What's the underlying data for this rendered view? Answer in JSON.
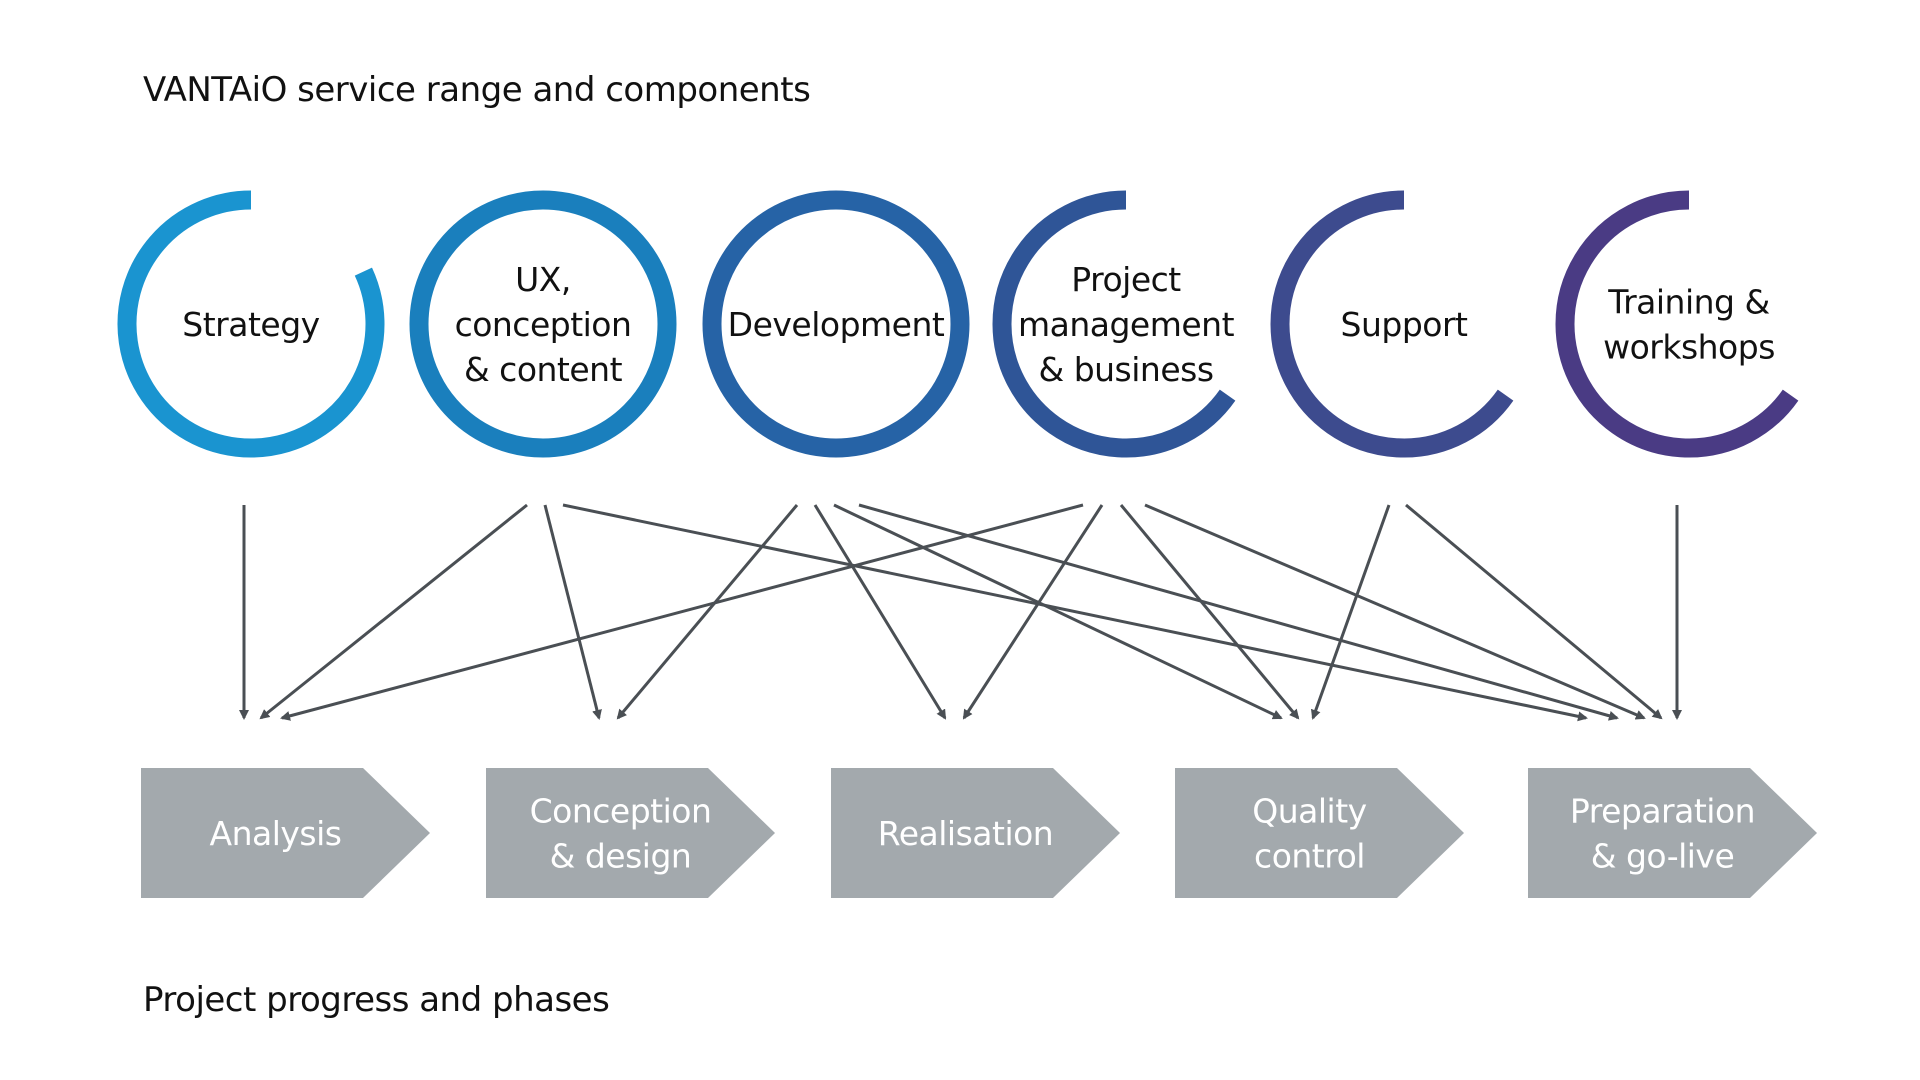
{
  "title_top": "VANTAiO service range and components",
  "title_bottom": "Project progress and phases",
  "colors": {
    "arrow": "#4a4f54",
    "phase_fill": "#a3a9ad",
    "phase_text": "#ffffff",
    "label_text": "#111111"
  },
  "components": [
    {
      "id": "strategy",
      "lines": [
        "Strategy"
      ],
      "color": "#1a94d0",
      "arc": "open-top-right"
    },
    {
      "id": "ux",
      "lines": [
        "UX,",
        "conception",
        "& content"
      ],
      "color": "#1a7fbd",
      "arc": "full"
    },
    {
      "id": "development",
      "lines": [
        "Development"
      ],
      "color": "#2663a6",
      "arc": "full"
    },
    {
      "id": "project-management",
      "lines": [
        "Project",
        "management",
        "& business"
      ],
      "color": "#2f5597",
      "arc": "open-right"
    },
    {
      "id": "support",
      "lines": [
        "Support"
      ],
      "color": "#3d4b8e",
      "arc": "open-right"
    },
    {
      "id": "training",
      "lines": [
        "Training &",
        "workshops"
      ],
      "color": "#4a3b84",
      "arc": "open-right"
    }
  ],
  "phases": [
    {
      "id": "analysis",
      "lines": [
        "Analysis"
      ]
    },
    {
      "id": "conception-design",
      "lines": [
        "Conception",
        "& design"
      ]
    },
    {
      "id": "realisation",
      "lines": [
        "Realisation"
      ]
    },
    {
      "id": "quality-control",
      "lines": [
        "Quality",
        "control"
      ]
    },
    {
      "id": "preparation-go-live",
      "lines": [
        "Preparation",
        "& go-live"
      ]
    }
  ],
  "connections": [
    {
      "from": "strategy",
      "to": "analysis"
    },
    {
      "from": "ux",
      "to": "analysis"
    },
    {
      "from": "ux",
      "to": "conception-design"
    },
    {
      "from": "ux",
      "to": "preparation-go-live"
    },
    {
      "from": "development",
      "to": "conception-design"
    },
    {
      "from": "development",
      "to": "realisation"
    },
    {
      "from": "development",
      "to": "quality-control"
    },
    {
      "from": "development",
      "to": "preparation-go-live"
    },
    {
      "from": "project-management",
      "to": "analysis"
    },
    {
      "from": "project-management",
      "to": "realisation"
    },
    {
      "from": "project-management",
      "to": "quality-control"
    },
    {
      "from": "project-management",
      "to": "preparation-go-live"
    },
    {
      "from": "support",
      "to": "quality-control"
    },
    {
      "from": "support",
      "to": "preparation-go-live"
    },
    {
      "from": "training",
      "to": "preparation-go-live"
    }
  ]
}
